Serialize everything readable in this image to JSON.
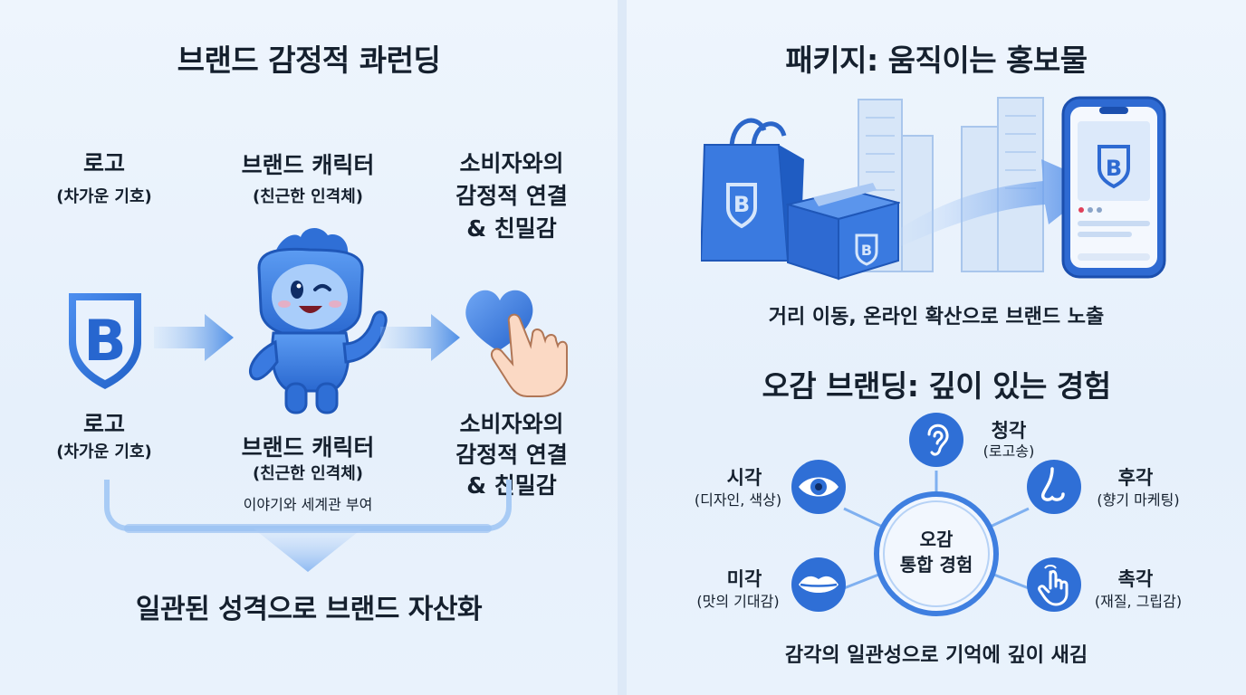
{
  "left": {
    "title": "브랜드 감정적 콰런딩",
    "top_labels": {
      "logo": "로고",
      "logo_sub": "(차가운 기호)",
      "character": "브랜드 캐릭터",
      "character_sub": "(친근한 인격체)",
      "emotion_l1": "소비자와의",
      "emotion_l2": "감정적 연결",
      "emotion_l3": "& 친밀감"
    },
    "bottom_labels": {
      "logo": "로고",
      "logo_sub": "(차가운 기호)",
      "character": "브랜드 캐릭터",
      "character_sub": "(친근한 인격체)",
      "character_note": "이야기와 세계관 부여",
      "emotion_l1": "소비자와의",
      "emotion_l2": "감정적 연결",
      "emotion_l3": "& 친밀감"
    },
    "conclusion": "일관된 성격으로 브랜드 자산화",
    "logo_letter": "B"
  },
  "right": {
    "package_title": "패키지: 움직이는 홍보물",
    "package_caption": "거리 이동, 온라인 확산으로 브랜드 노출",
    "senses_title": "오감 브랜딩: 깊이 있는 경험",
    "center_l1": "오감",
    "center_l2": "통합 경험",
    "senses": [
      {
        "name": "청각",
        "detail": "(로고송)",
        "icon": "ear-icon"
      },
      {
        "name": "시각",
        "detail": "(디자인, 색상)",
        "icon": "eye-icon"
      },
      {
        "name": "후각",
        "detail": "(향기 마케팅)",
        "icon": "nose-icon"
      },
      {
        "name": "미각",
        "detail": "(맛의 기대감)",
        "icon": "lips-icon"
      },
      {
        "name": "촉각",
        "detail": "(재질, 그립감)",
        "icon": "touch-hand-icon"
      }
    ],
    "senses_caption": "감각의 일관성으로 기억에 깊이 새김",
    "logo_letter": "B"
  },
  "colors": {
    "accent": "#2f6fd6",
    "accent_light": "#7fb0f0",
    "background": "#eaf3fd",
    "text": "#15202e"
  }
}
